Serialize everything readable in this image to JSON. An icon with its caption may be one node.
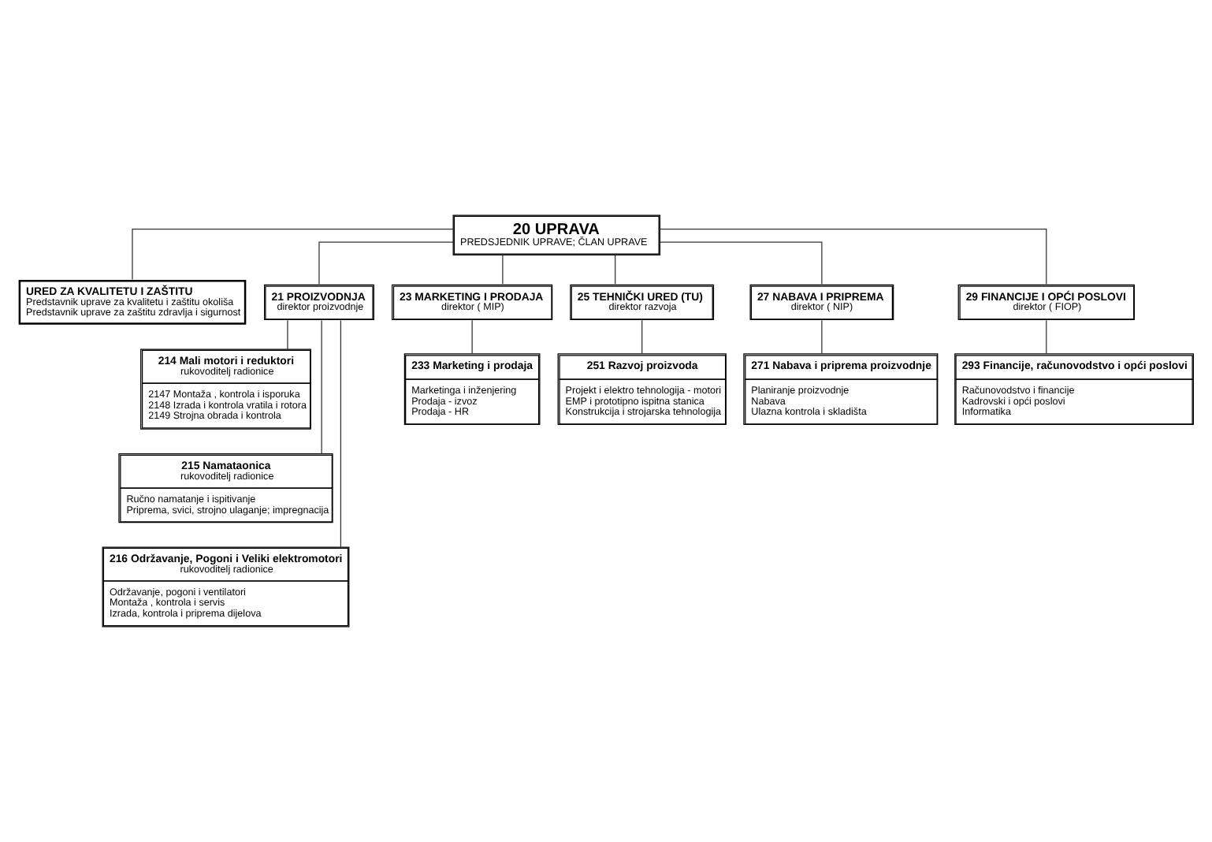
{
  "diagram": {
    "nodes": [
      {
        "text": [
          "20 UPRAVA",
          "PREDSJEDNIK UPRAVE; ČLAN UPRAVE"
        ]
      },
      {
        "text": [
          "URED ZA KVALITETU I ZAŠTITU",
          "Predstavnik uprave za kvalitetu i zaštitu okoliša",
          "Predstavnik uprave za zaštitu zdravlja i sigurnost"
        ]
      },
      {
        "text": [
          "21 PROIZVODNJA",
          "direktor proizvodnje"
        ]
      },
      {
        "text": [
          "23 MARKETING I PRODAJA",
          "direktor ( MIP)"
        ]
      },
      {
        "text": [
          "25 TEHNIČKI URED (TU)",
          "direktor razvoja"
        ]
      },
      {
        "text": [
          "27 NABAVA I PRIPREMA",
          "direktor ( NIP)"
        ]
      },
      {
        "text": [
          "29 FINANCIJE I OPĆI POSLOVI",
          "direktor ( FIOP)"
        ]
      },
      {
        "text": [
          "214 Mali motori i reduktori",
          "rukovoditelj radionice",
          "2147 Montaža , kontrola i isporuka",
          "2148 Izrada i kontrola vratila i rotora",
          "2149 Strojna obrada i kontrola"
        ]
      },
      {
        "text": [
          "215 Namataonica",
          "rukovoditelj radionice",
          "Ručno namatanje i ispitivanje",
          "Priprema, svici, strojno ulaganje; impregnacija"
        ]
      },
      {
        "text": [
          "216 Održavanje, Pogoni i Veliki elektromotori",
          "rukovoditelj radionice",
          "Održavanje, pogoni i ventilatori",
          "Montaža , kontrola i servis",
          "Izrada, kontrola i priprema dijelova"
        ]
      },
      {
        "text": [
          "233 Marketing i prodaja",
          "Marketinga i inženjering",
          "Prodaja - izvoz",
          "Prodaja - HR"
        ]
      },
      {
        "text": [
          "251 Razvoj proizvoda",
          "Projekt i elektro tehnologija - motori",
          "EMP i prototipno ispitna stanica",
          "Konstrukcija i strojarska tehnologija"
        ]
      },
      {
        "text": [
          "271 Nabava i priprema proizvodnje",
          "Planiranje proizvodnje",
          "Nabava",
          "Ulazna kontrola i skladišta"
        ]
      },
      {
        "text": [
          "293 Financije, računovodstvo i opći poslovi",
          "Računovodstvo i financije",
          "Kadrovski i opći poslovi",
          "Informatika"
        ]
      }
    ],
    "edges": [
      {
        "from": 0,
        "to": 1,
        "arrow": "none"
      },
      {
        "from": 0,
        "to": 2,
        "arrow": "none"
      },
      {
        "from": 0,
        "to": 3,
        "arrow": "none"
      },
      {
        "from": 0,
        "to": 4,
        "arrow": "none"
      },
      {
        "from": 0,
        "to": 5,
        "arrow": "none"
      },
      {
        "from": 0,
        "to": 6,
        "arrow": "none"
      },
      {
        "from": 2,
        "to": 7,
        "arrow": "none"
      },
      {
        "from": 2,
        "to": 8,
        "arrow": "none"
      },
      {
        "from": 2,
        "to": 9,
        "arrow": "none"
      },
      {
        "from": 3,
        "to": 10,
        "arrow": "none"
      },
      {
        "from": 4,
        "to": 11,
        "arrow": "none"
      },
      {
        "from": 5,
        "to": 12,
        "arrow": "none"
      },
      {
        "from": 6,
        "to": 13,
        "arrow": "none"
      }
    ]
  }
}
